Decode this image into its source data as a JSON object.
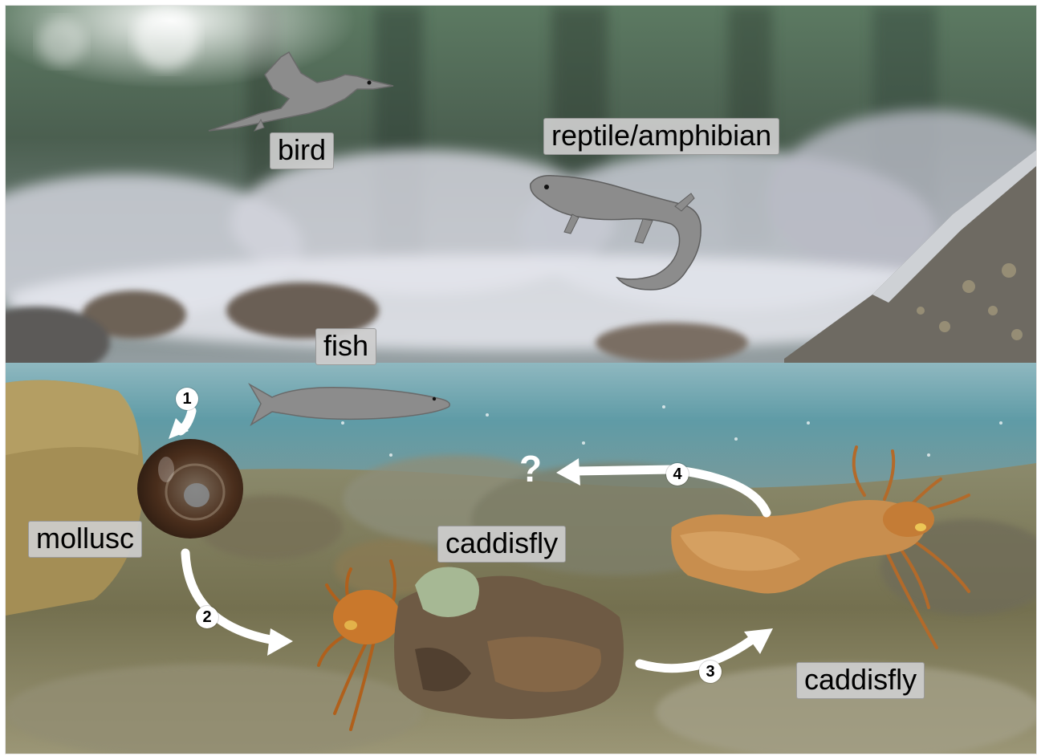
{
  "labels": {
    "bird": "bird",
    "reptile": "reptile/amphibian",
    "fish": "fish",
    "mollusc": "mollusc",
    "caddisfly_center": "caddisfly",
    "caddisfly_right": "caddisfly",
    "unknown": "?"
  },
  "steps": [
    "1",
    "2",
    "3",
    "4"
  ],
  "colors": {
    "silhouette": "#8c8c8c",
    "label_bg": "#cdcdcd",
    "arrow": "#ffffff",
    "water": "#6fa9b2",
    "sky": "#3f5a45"
  },
  "icons": [
    "bird-silhouette",
    "lizard-silhouette",
    "fish-silhouette",
    "snail-shell",
    "cased-caddisfly-larva",
    "caddisfly-larva"
  ]
}
